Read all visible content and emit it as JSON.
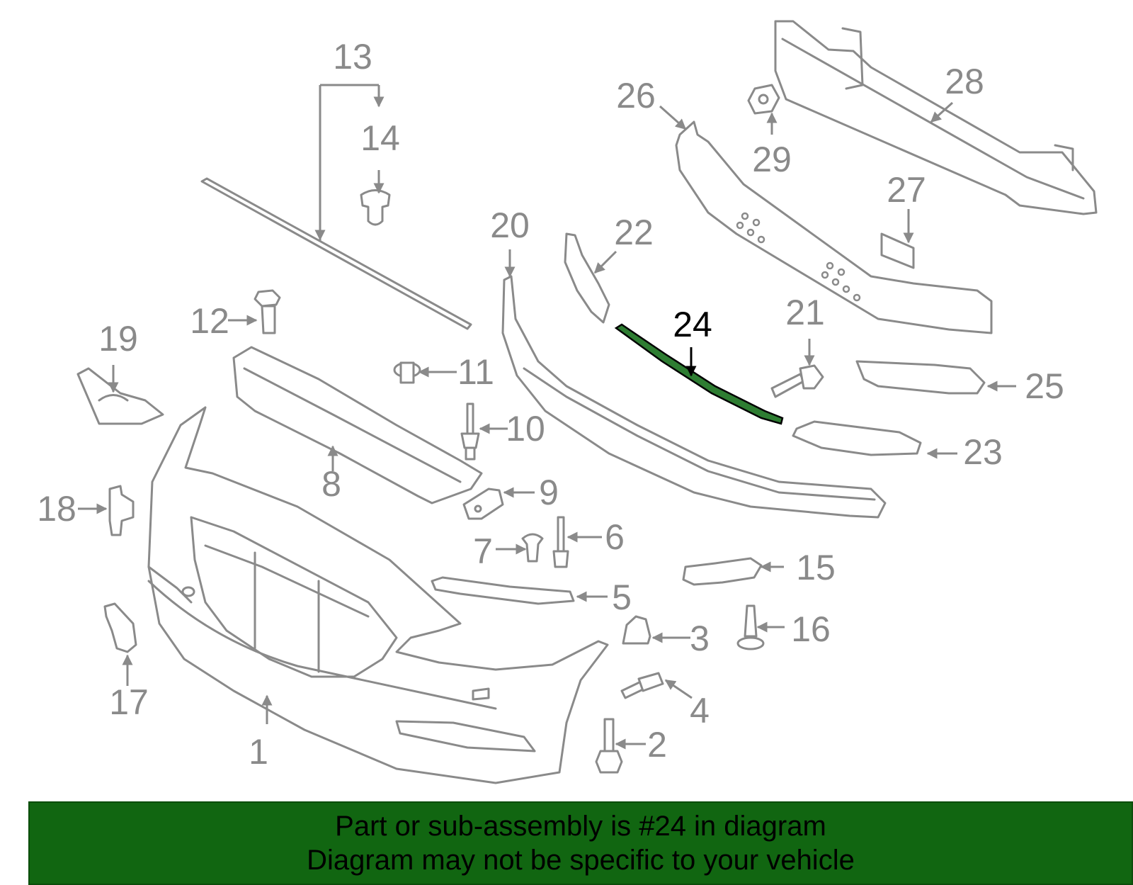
{
  "highlight_part": "24",
  "colors": {
    "accent": "#2e7d32",
    "banner_bg": "#116611",
    "line": "#8a8a8a"
  },
  "callouts": [
    {
      "id": "c1",
      "label": "1"
    },
    {
      "id": "c2",
      "label": "2"
    },
    {
      "id": "c3",
      "label": "3"
    },
    {
      "id": "c4",
      "label": "4"
    },
    {
      "id": "c5",
      "label": "5"
    },
    {
      "id": "c6",
      "label": "6"
    },
    {
      "id": "c7",
      "label": "7"
    },
    {
      "id": "c8",
      "label": "8"
    },
    {
      "id": "c9",
      "label": "9"
    },
    {
      "id": "c10",
      "label": "10"
    },
    {
      "id": "c11",
      "label": "11"
    },
    {
      "id": "c12",
      "label": "12"
    },
    {
      "id": "c13",
      "label": "13"
    },
    {
      "id": "c14",
      "label": "14"
    },
    {
      "id": "c15",
      "label": "15"
    },
    {
      "id": "c16",
      "label": "16"
    },
    {
      "id": "c17",
      "label": "17"
    },
    {
      "id": "c18",
      "label": "18"
    },
    {
      "id": "c19",
      "label": "19"
    },
    {
      "id": "c20",
      "label": "20"
    },
    {
      "id": "c21",
      "label": "21"
    },
    {
      "id": "c22",
      "label": "22"
    },
    {
      "id": "c23",
      "label": "23"
    },
    {
      "id": "c24",
      "label": "24"
    },
    {
      "id": "c25",
      "label": "25"
    },
    {
      "id": "c26",
      "label": "26"
    },
    {
      "id": "c27",
      "label": "27"
    },
    {
      "id": "c28",
      "label": "28"
    },
    {
      "id": "c29",
      "label": "29"
    }
  ],
  "banner": {
    "line1": "Part or sub-assembly is #24 in diagram",
    "line2": "Diagram may not be specific to your vehicle"
  }
}
